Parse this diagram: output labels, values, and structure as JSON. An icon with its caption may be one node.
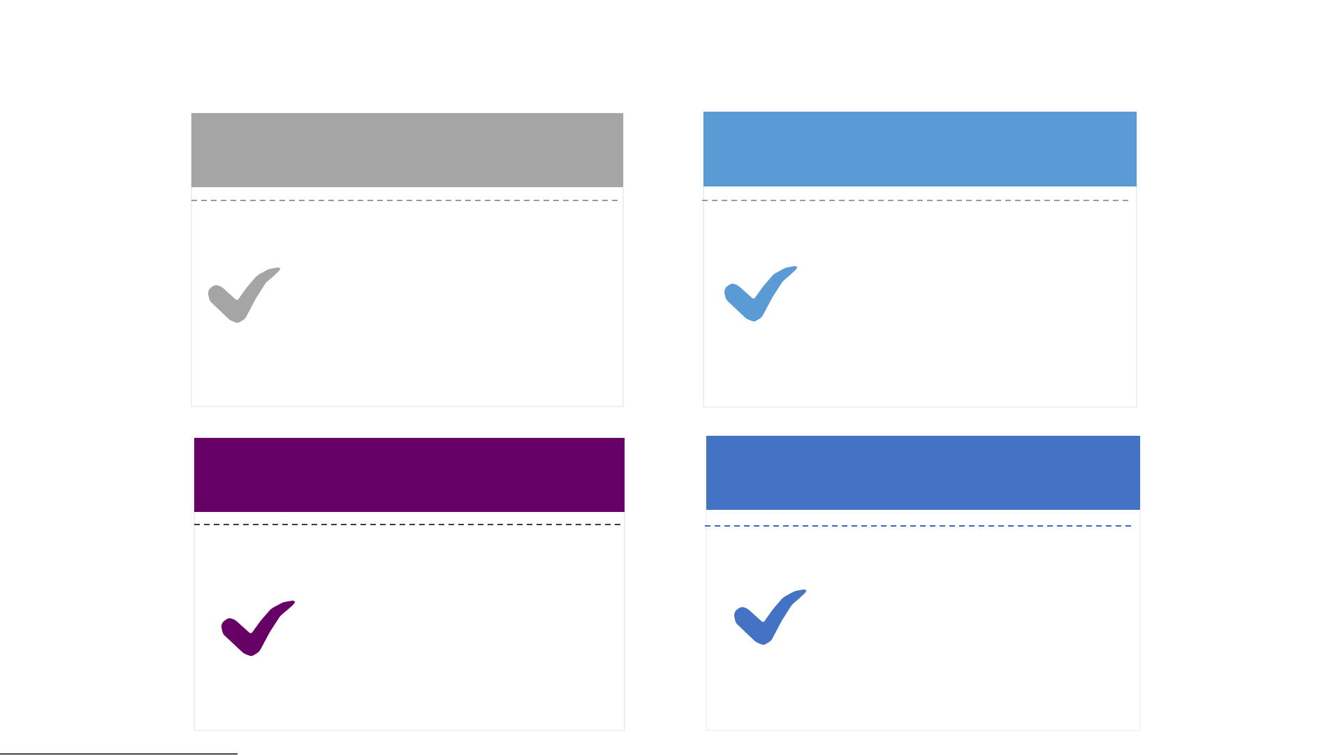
{
  "diagram": {
    "nodes": [
      {
        "text": [],
        "shape": "box"
      },
      {
        "text": [],
        "shape": "bar",
        "in": 0
      },
      {
        "text": [],
        "shape": "box"
      },
      {
        "text": [],
        "shape": "bar",
        "in": 2
      },
      {
        "text": [],
        "shape": "box"
      },
      {
        "text": [],
        "shape": "bar",
        "in": 4
      },
      {
        "text": [],
        "shape": "box"
      },
      {
        "text": [],
        "shape": "bar",
        "in": 6
      }
    ]
  }
}
